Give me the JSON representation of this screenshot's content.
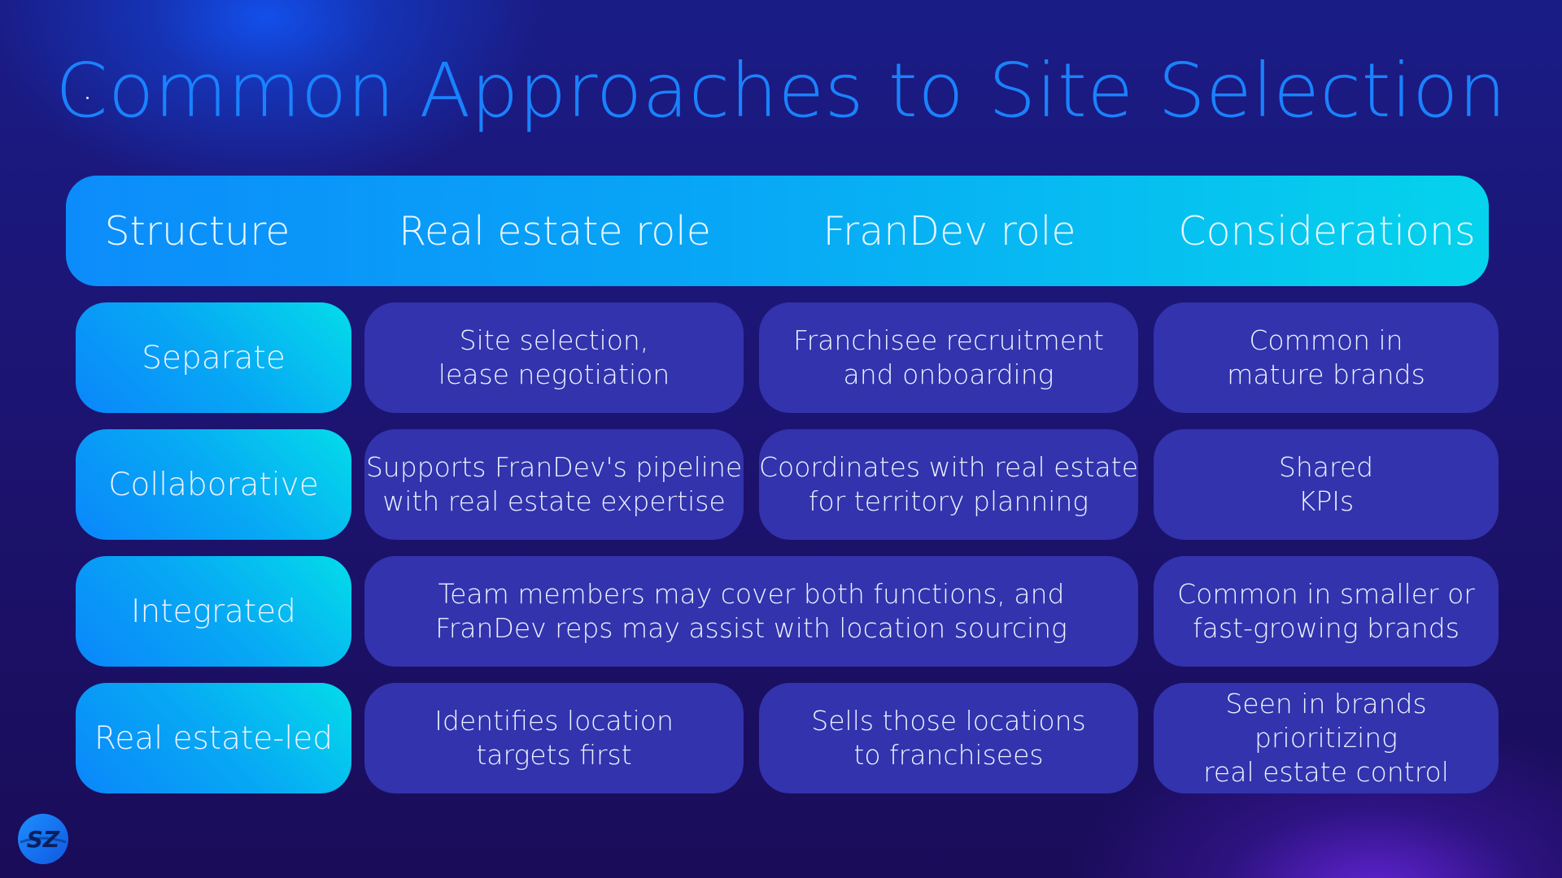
{
  "title": "Common Approaches to Site Selection",
  "headers": [
    "Structure",
    "Real estate role",
    "FranDev role",
    "Considerations"
  ],
  "rows": [
    {
      "structure": "Separate",
      "real_estate_role": "Site selection,\nlease negotiation",
      "frandev_role": "Franchisee recruitment\nand onboarding",
      "considerations": "Common in\nmature brands"
    },
    {
      "structure": "Collaborative",
      "real_estate_role": "Supports FranDev's pipeline\nwith real estate expertise",
      "frandev_role": "Coordinates with real estate\nfor territory planning",
      "considerations": "Shared\nKPIs"
    },
    {
      "structure": "Integrated",
      "merged_role": "Team members may cover both functions, and\nFranDev reps may assist with location sourcing",
      "considerations": "Common in smaller or\nfast-growing brands"
    },
    {
      "structure": "Real estate-led",
      "real_estate_role": "Identifies location\ntargets first",
      "frandev_role": "Sells those locations\nto franchisees",
      "considerations": "Seen in brands prioritizing\nreal estate control"
    }
  ],
  "logo": {
    "text": "SZ",
    "icon": "sz-logo-icon"
  },
  "colors": {
    "title": "#1a82ff",
    "header_gradient_start": "#0c8cfb",
    "header_gradient_end": "#05d3ec",
    "info_cell": "#3233ad",
    "background": "#1c1472"
  }
}
